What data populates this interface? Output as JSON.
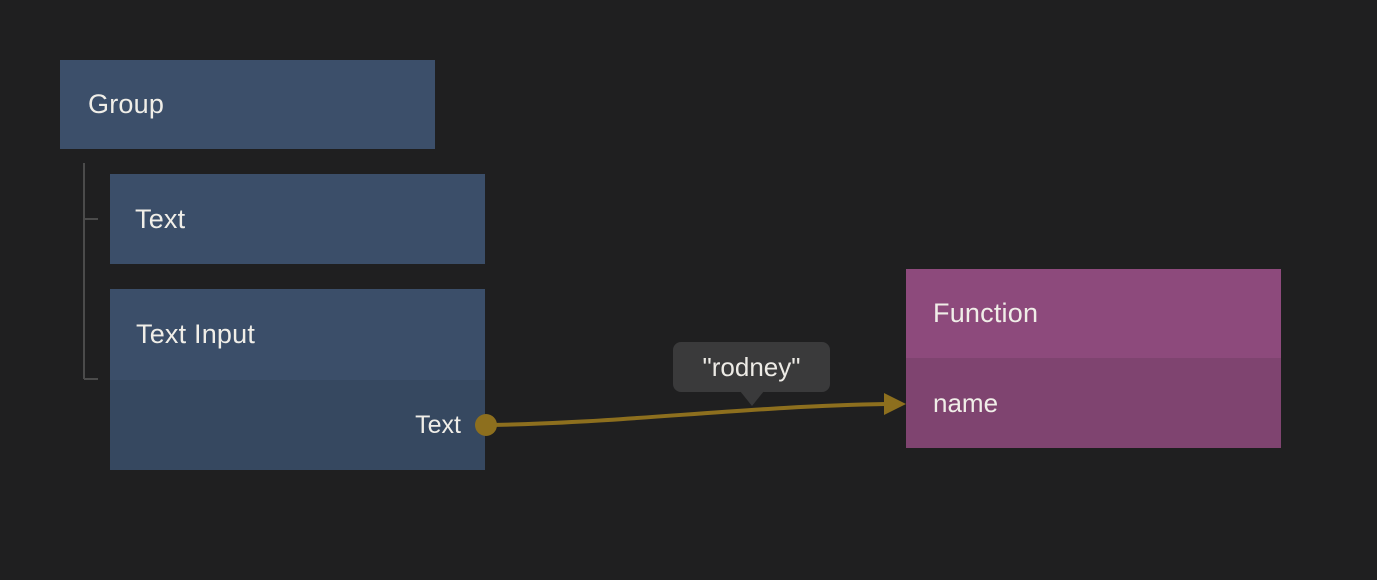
{
  "canvas": {
    "background_color": "#1f1f20",
    "tree_line_color": "#4b4b4b"
  },
  "nodes": {
    "group": {
      "title": "Group",
      "color": "#3c4f6a"
    },
    "text": {
      "title": "Text",
      "color": "#3b4e69"
    },
    "text_input": {
      "title": "Text Input",
      "header_color": "#3b4e69",
      "body_color": "#364860",
      "output_label": "Text"
    },
    "function": {
      "title": "Function",
      "header_color": "#8d4a7c",
      "body_color": "#7f4470",
      "input_label": "name"
    }
  },
  "connection": {
    "color": "#8d6f1e",
    "value": "\"rodney\"",
    "tooltip_color": "#3a3a3b"
  }
}
